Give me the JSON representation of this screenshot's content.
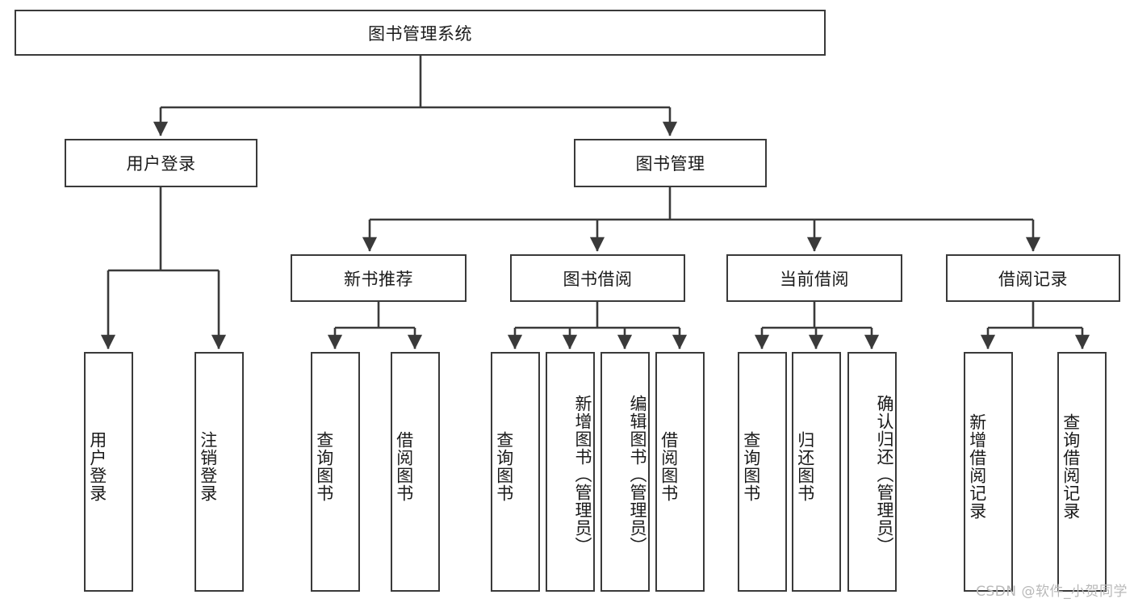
{
  "diagram": {
    "title": "图书管理系统",
    "type": "tree-hierarchy-chart",
    "orientation": "top-down",
    "colors": {
      "node_border": "#3a3a3a",
      "node_fill": "#ffffff",
      "edge": "#3a3a3a",
      "text": "#1a1a1a",
      "watermark": "#b9b9b9",
      "background": "#ffffff"
    }
  },
  "nodes": {
    "root": {
      "label": "图书管理系统",
      "level": 0
    },
    "level1": [
      {
        "id": "user-login",
        "label": "用户登录"
      },
      {
        "id": "book-manage",
        "label": "图书管理"
      }
    ],
    "level2": [
      {
        "id": "new-book-rec",
        "label": "新书推荐"
      },
      {
        "id": "book-borrow",
        "label": "图书借阅"
      },
      {
        "id": "current-borrow",
        "label": "当前借阅"
      },
      {
        "id": "borrow-record",
        "label": "借阅记录"
      }
    ],
    "leaves": {
      "user-login": [
        {
          "id": "leaf-user-login",
          "label": "用户登录"
        },
        {
          "id": "leaf-logout-login",
          "label": "注销登录"
        }
      ],
      "new-book-rec": [
        {
          "id": "leaf-query-book-1",
          "label": "查询图书"
        },
        {
          "id": "leaf-borrow-book-1",
          "label": "借阅图书"
        }
      ],
      "book-borrow": [
        {
          "id": "leaf-query-book-2",
          "label": "查询图书"
        },
        {
          "id": "leaf-add-book",
          "label": "新增图书（管理员）"
        },
        {
          "id": "leaf-edit-book",
          "label": "编辑图书（管理员）"
        },
        {
          "id": "leaf-borrow-book-2",
          "label": "借阅图书"
        }
      ],
      "current-borrow": [
        {
          "id": "leaf-query-book-3",
          "label": "查询图书"
        },
        {
          "id": "leaf-return-book",
          "label": "归还图书"
        },
        {
          "id": "leaf-confirm-return",
          "label": "确认归还（管理员）"
        }
      ],
      "borrow-record": [
        {
          "id": "leaf-add-record",
          "label": "新增借阅记录"
        },
        {
          "id": "leaf-query-record",
          "label": "查询借阅记录"
        }
      ]
    }
  },
  "watermark": {
    "text": "CSDN @软件_小贺同学"
  }
}
